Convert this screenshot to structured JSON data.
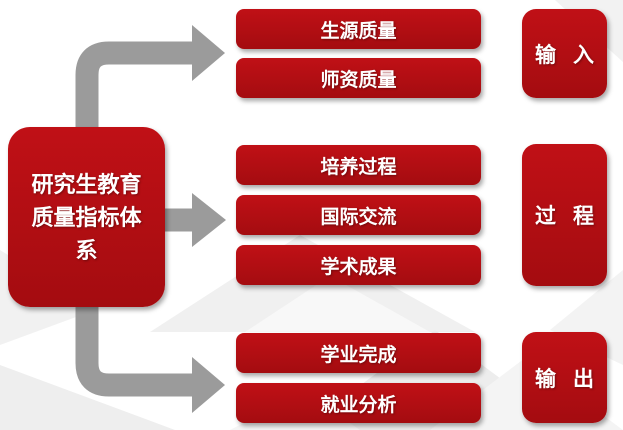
{
  "diagram": {
    "root": {
      "label": "研究生教育质量指标体系"
    },
    "groups": [
      {
        "stage": {
          "name": "input",
          "chars": [
            "输",
            "入"
          ]
        },
        "items": [
          {
            "label": "生源质量"
          },
          {
            "label": "师资质量"
          }
        ]
      },
      {
        "stage": {
          "name": "process",
          "chars": [
            "过",
            "程"
          ]
        },
        "items": [
          {
            "label": "培养过程"
          },
          {
            "label": "国际交流"
          },
          {
            "label": "学术成果"
          }
        ]
      },
      {
        "stage": {
          "name": "output",
          "chars": [
            "输",
            "出"
          ]
        },
        "items": [
          {
            "label": "学业完成"
          },
          {
            "label": "就业分析"
          }
        ]
      }
    ]
  },
  "theme": {
    "accent_red": "#c01016",
    "accent_red_dark": "#a40c10",
    "arrow_gray": "#9b9b9b",
    "text_white": "#ffffff",
    "bg_shape_light": "#f0f0f0",
    "bg_shape_lighter": "#f6f6f6"
  }
}
